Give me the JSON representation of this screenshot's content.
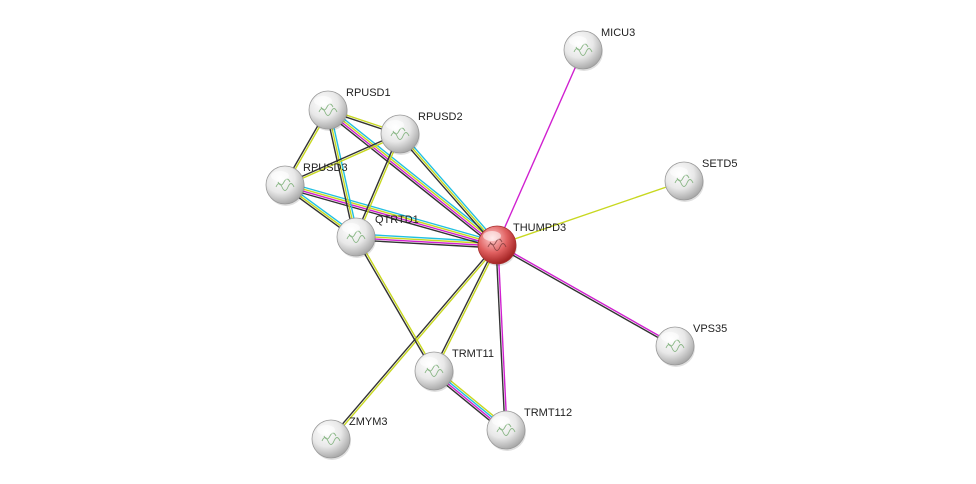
{
  "network": {
    "query_node": "THUMPD3",
    "nodes": [
      {
        "id": "THUMPD3",
        "label": "THUMPD3",
        "highlight": true
      },
      {
        "id": "MICU3",
        "label": "MICU3",
        "highlight": false
      },
      {
        "id": "SETD5",
        "label": "SETD5",
        "highlight": false
      },
      {
        "id": "VPS35",
        "label": "VPS35",
        "highlight": false
      },
      {
        "id": "TRMT112",
        "label": "TRMT112",
        "highlight": false
      },
      {
        "id": "TRMT11",
        "label": "TRMT11",
        "highlight": false
      },
      {
        "id": "ZMYM3",
        "label": "ZMYM3",
        "highlight": false
      },
      {
        "id": "QTRTD1",
        "label": "QTRTD1",
        "highlight": false
      },
      {
        "id": "RPUSD3",
        "label": "RPUSD3",
        "highlight": false
      },
      {
        "id": "RPUSD1",
        "label": "RPUSD1",
        "highlight": false
      },
      {
        "id": "RPUSD2",
        "label": "RPUSD2",
        "highlight": false
      }
    ],
    "edges": [
      {
        "source": "THUMPD3",
        "target": "MICU3",
        "evidence": [
          "experimental"
        ]
      },
      {
        "source": "THUMPD3",
        "target": "SETD5",
        "evidence": [
          "textmining"
        ]
      },
      {
        "source": "THUMPD3",
        "target": "VPS35",
        "evidence": [
          "experimental",
          "coexpression"
        ]
      },
      {
        "source": "THUMPD3",
        "target": "TRMT112",
        "evidence": [
          "experimental",
          "coexpression"
        ]
      },
      {
        "source": "THUMPD3",
        "target": "TRMT11",
        "evidence": [
          "textmining",
          "coexpression"
        ]
      },
      {
        "source": "THUMPD3",
        "target": "ZMYM3",
        "evidence": [
          "textmining",
          "coexpression"
        ]
      },
      {
        "source": "THUMPD3",
        "target": "QTRTD1",
        "evidence": [
          "coexpression",
          "experimental",
          "textmining",
          "database"
        ]
      },
      {
        "source": "THUMPD3",
        "target": "RPUSD3",
        "evidence": [
          "coexpression",
          "experimental",
          "textmining",
          "database"
        ]
      },
      {
        "source": "THUMPD3",
        "target": "RPUSD1",
        "evidence": [
          "coexpression",
          "experimental",
          "textmining",
          "database"
        ]
      },
      {
        "source": "THUMPD3",
        "target": "RPUSD2",
        "evidence": [
          "coexpression",
          "textmining",
          "database"
        ]
      },
      {
        "source": "TRMT11",
        "target": "TRMT112",
        "evidence": [
          "textmining",
          "database",
          "experimental",
          "coexpression"
        ]
      },
      {
        "source": "QTRTD1",
        "target": "TRMT11",
        "evidence": [
          "textmining",
          "coexpression"
        ]
      },
      {
        "source": "QTRTD1",
        "target": "RPUSD3",
        "evidence": [
          "coexpression",
          "textmining",
          "database"
        ]
      },
      {
        "source": "QTRTD1",
        "target": "RPUSD1",
        "evidence": [
          "coexpression",
          "textmining",
          "database"
        ]
      },
      {
        "source": "QTRTD1",
        "target": "RPUSD2",
        "evidence": [
          "coexpression",
          "textmining"
        ]
      },
      {
        "source": "RPUSD1",
        "target": "RPUSD3",
        "evidence": [
          "textmining",
          "coexpression"
        ]
      },
      {
        "source": "RPUSD1",
        "target": "RPUSD2",
        "evidence": [
          "textmining",
          "coexpression"
        ]
      },
      {
        "source": "RPUSD2",
        "target": "RPUSD3",
        "evidence": [
          "textmining",
          "coexpression"
        ]
      }
    ],
    "colors": {
      "experimental": "#d020d0",
      "textmining": "#c8d820",
      "coexpression": "#333333",
      "database": "#22c0e0",
      "neighborhood": "#2fa83a",
      "node_default": "#e6e6e6",
      "node_query": "#e06060",
      "label": "#222222"
    }
  }
}
